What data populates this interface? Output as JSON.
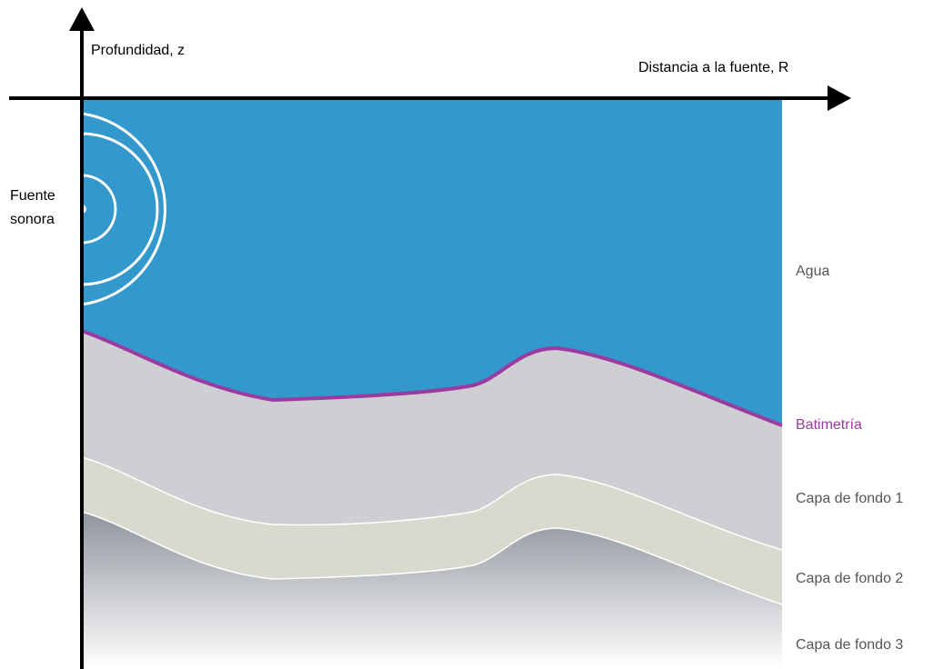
{
  "axes": {
    "depth_label": "Profundidad, z",
    "range_label": "Distancia a la fuente, R"
  },
  "source": {
    "label_line1": "Fuente",
    "label_line2": "sonora"
  },
  "layers": [
    {
      "key": "water",
      "label": "Agua",
      "color": "#3398cc"
    },
    {
      "key": "bathymetry",
      "label": "Batimetría",
      "color": "#9b3aa0"
    },
    {
      "key": "bottom1",
      "label": "Capa de fondo 1",
      "color": "#cfced3"
    },
    {
      "key": "bottom2",
      "label": "Capa de fondo 2",
      "color": "#dad9cd"
    },
    {
      "key": "bottom3",
      "label": "Capa de fondo 3",
      "color": "#8d929b"
    }
  ]
}
